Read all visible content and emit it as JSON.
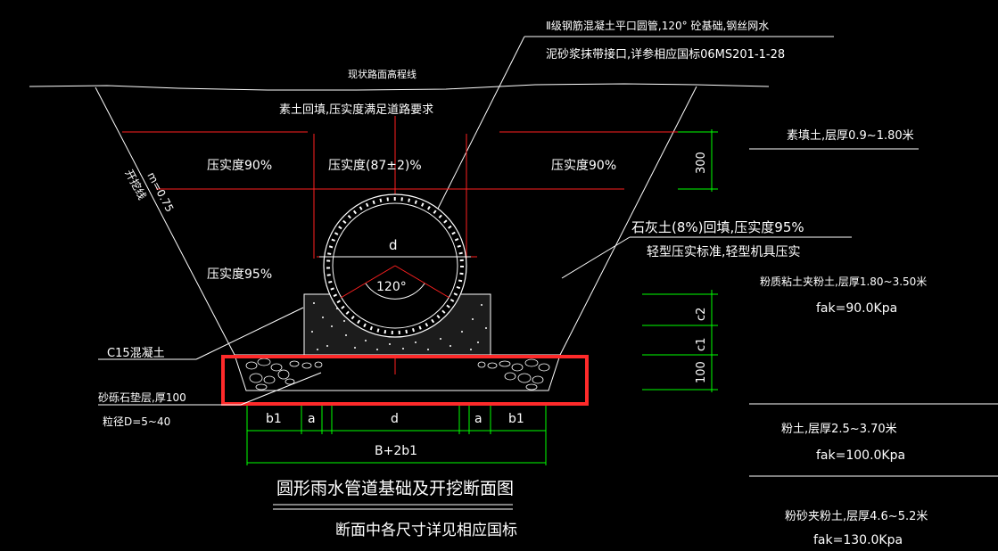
{
  "notes": {
    "pipe_spec_line1": "Ⅱ级钢筋混凝土平口圆管,120° 砼基础,钢丝网水",
    "pipe_spec_line2": "泥砂浆抹带接口,详参相应国标06MS201-1-28",
    "road_line": "现状路面高程线",
    "backfill": "素土回填,压实度满足道路要求",
    "compact_left_90": "压实度90%",
    "compact_mid": "压实度(87±2)%",
    "compact_right_90": "压实度90%",
    "compact_95": "压实度95%",
    "slope": "m=0.75",
    "slope_label": "开挖线",
    "lime_fill_1": "石灰土(8%)回填,压实度95%",
    "lime_fill_2": "轻型压实标准,轻型机具压实",
    "c15": "C15混凝土",
    "gravel_1": "砂砾石垫层,厚100",
    "gravel_2": "粒径D=5~40",
    "pipe_d": "d",
    "angle": "120°",
    "dim_b1_left": "b1",
    "dim_a_left": "a",
    "dim_d": "d",
    "dim_a_right": "a",
    "dim_b1_right": "b1",
    "dim_total": "B+2b1",
    "dim_300": "300",
    "dim_c2": "c2",
    "dim_c1": "c1",
    "dim_100": "100",
    "title": "圆形雨水管道基础及开挖断面图",
    "subtitle": "断面中各尺寸详见相应国标"
  },
  "soil_layers": [
    {
      "line1": "素填土,层厚0.9~1.80米"
    },
    {
      "line1": "粉质粘土夹粉土,层厚1.80~3.50米",
      "line2": "fak=90.0Kpa"
    },
    {
      "line1": "粉土,层厚2.5~3.70米",
      "line2": "fak=100.0Kpa"
    },
    {
      "line1": "粉砂夹粉土,层厚4.6~5.2米",
      "line2": "fak=130.0Kpa"
    }
  ],
  "colors": {
    "highlight": "#ff2a2a",
    "dimension": "#00ff00",
    "centerline": "#ff2020"
  }
}
